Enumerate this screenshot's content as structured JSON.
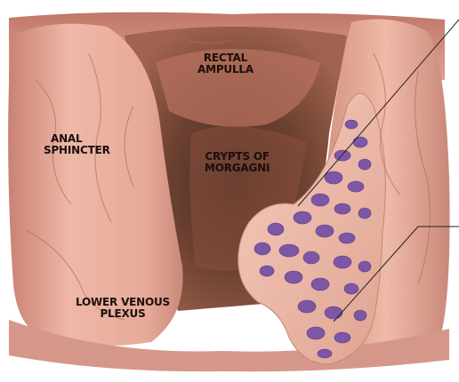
{
  "labels": {
    "rectal_ampulla": [
      "RECTAL",
      "AMPULLA"
    ],
    "anal_sphincter": [
      "ANAL",
      "SPHINCTER"
    ],
    "crypts_of_morgagni": [
      "CRYPTS OF",
      "MORGAGNI"
    ],
    "lower_venous_plexus": [
      "LOWER VENOUS",
      "PLEXUS"
    ]
  },
  "colors": {
    "tissue": "#e3a596",
    "tissue_light": "#f0c3b5",
    "tissue_dark": "#b86d60",
    "lumen_dark": "#3b2318",
    "vein_purple": "#7d57a6",
    "leader_line": "#222222"
  }
}
